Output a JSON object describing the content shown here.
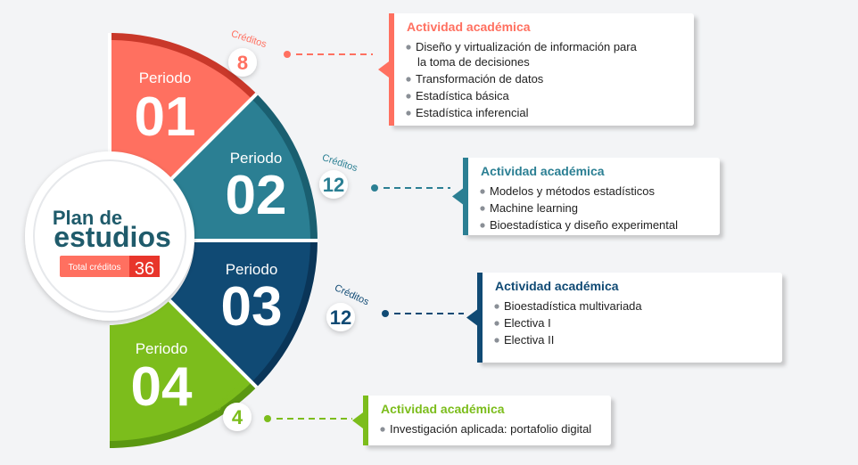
{
  "plan": {
    "title_line1": "Plan de",
    "title_line2": "estudios",
    "total_label": "Total créditos",
    "total_value": "36"
  },
  "periods": [
    {
      "label": "Periodo",
      "number": "01",
      "credits_label": "Créditos",
      "credits": "8",
      "color": "#ff7060",
      "activity_title": "Actividad académica",
      "items": [
        "Diseño y virtualización de información para\nla toma de decisiones",
        "Transformación de datos",
        "Estadística básica",
        "Estadística inferencial"
      ]
    },
    {
      "label": "Periodo",
      "number": "02",
      "credits_label": "Créditos",
      "credits": "12",
      "color": "#2b7f93",
      "activity_title": "Actividad académica",
      "items": [
        "Modelos y métodos estadísticos",
        "Machine learning",
        "Bioestadística y diseño experimental"
      ]
    },
    {
      "label": "Periodo",
      "number": "03",
      "credits_label": "Créditos",
      "credits": "12",
      "color": "#104a74",
      "activity_title": "Actividad académica",
      "items": [
        "Bioestadística multivariada",
        "Electiva I",
        "Electiva II"
      ]
    },
    {
      "label": "Periodo",
      "number": "04",
      "credits_label": "Créditos",
      "credits": "4",
      "color": "#7cbd1c",
      "activity_title": "Actividad académica",
      "items": [
        "Investigación aplicada: portafolio digital"
      ]
    }
  ],
  "colors": {
    "rim": [
      "#c9382a",
      "#1a5f70",
      "#0a3558",
      "#5a9711"
    ],
    "background": "#f3f4f6",
    "total_badge": "#ff7060",
    "total_value_bg": "#e8352b"
  }
}
